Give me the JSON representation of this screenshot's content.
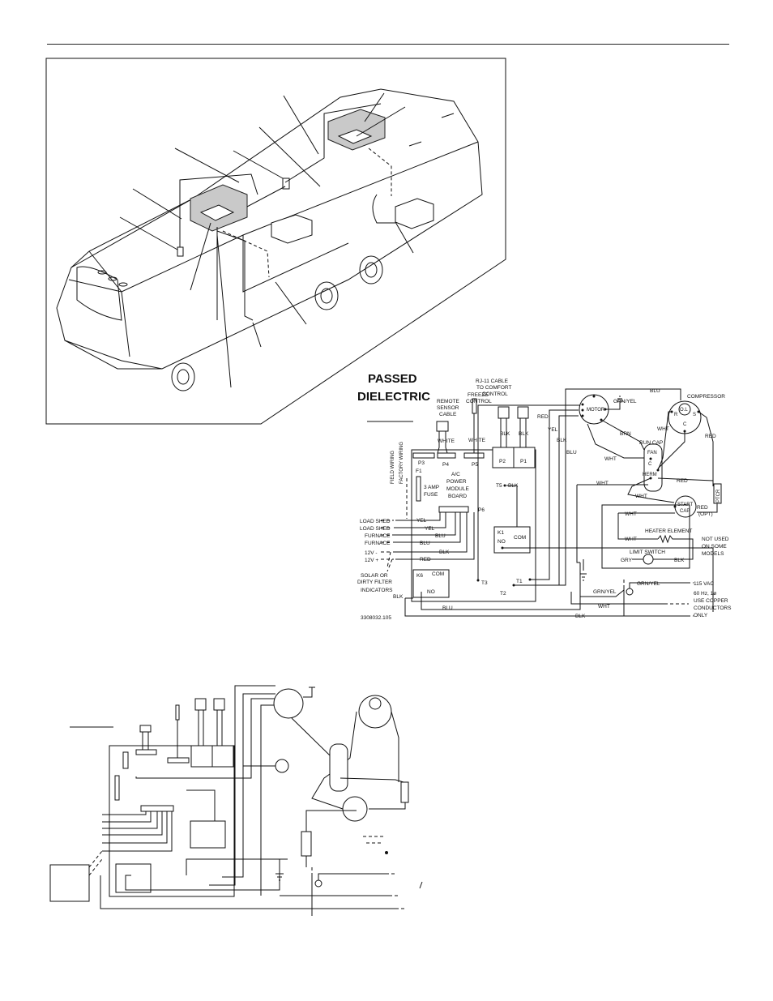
{
  "figure_top": {
    "stamp": {
      "line1": "PASSED",
      "line2": "DIELECTRIC"
    },
    "part_number": "3308032.105",
    "labels": {
      "rj11": [
        "RJ-11 CABLE",
        "TO COMFORT",
        "CONTROL"
      ],
      "remote_sensor": [
        "REMOTE",
        "SENSOR",
        "CABLE"
      ],
      "freeze_control": [
        "FREEZE",
        "CONTROL"
      ],
      "white1": "WHITE",
      "white2": "WHITE",
      "blk_rj1": "BLK",
      "blk_rj2": "BLK",
      "p3": "P3",
      "p4": "P4",
      "p5": "P5",
      "p2": "P2",
      "p1": "P1",
      "p6": "P6",
      "f1": "F1",
      "fuse": [
        "3 AMP",
        "FUSE"
      ],
      "board": [
        "A/C",
        "POWER",
        "MODULE",
        "BOARD"
      ],
      "t5": "T5",
      "blk_t5": "BLK",
      "field_wiring": "FIELD WIRING",
      "factory_wiring": "FACTORY WIRING",
      "load_shed1": "LOAD SHED",
      "load_shed2": "LOAD SHED",
      "furnace1": "FURNACE",
      "furnace2": "FURNACE",
      "v12m": "12V -",
      "v12p": "12V +",
      "yel1": "YEL",
      "yel2": "YEL",
      "blu1": "BLU",
      "blu2": "BLU",
      "blk_mid": "BLK",
      "red_mid": "RED",
      "k1": "K1",
      "no1": "NO",
      "com1": "COM",
      "k6": "K6",
      "com6": "COM",
      "no6": "NO",
      "solar": [
        "SOLAR OR",
        "DIRTY FILTER",
        "INDICATORS"
      ],
      "blk_left": "BLK",
      "blu_bottom": "BLU",
      "t3": "T3",
      "t2": "T2",
      "t1": "T1",
      "red_top": "RED",
      "yel_top": "YEL",
      "blk_top": "BLK",
      "blu_vert": "BLU",
      "blu_top": "BLU",
      "motor": "MOTOR",
      "grn_yel_top": "GRN/YEL",
      "brn": "BRN",
      "wht1": "WHT",
      "run_cap": "RUN CAP",
      "fan": "FAN",
      "c": "C",
      "herm": "HERM",
      "wht2": "WHT",
      "wht3": "WHT",
      "compressor": "COMPRESSOR",
      "ol": "O.L",
      "r": "R",
      "s": "S",
      "c2": "C",
      "wht_comp": "WHT",
      "red_comp": "RED",
      "red2": "RED",
      "ptcr": "PTCR",
      "red_opt": "RED",
      "opt": "(OPT)",
      "start_cap": [
        "START",
        "CAP"
      ],
      "wht4": "WHT",
      "heater_element": "HEATER ELEMENT",
      "wht5": "WHT",
      "limit_switch": "LIMIT SWITCH",
      "gry": "GRY",
      "blk_heat": "BLK",
      "not_used": [
        "NOT USED",
        "ON SOME",
        "MODELS"
      ],
      "grn_yel_bot": "GRN/YEL",
      "grn_yel_gnd": "GRN/YEL",
      "wht_bot": "WHT",
      "blk_bot": "BLK",
      "power": [
        "115 VAC",
        "60 Hz,   1ø",
        "USE COPPER",
        "CONDUCTORS",
        "ONLY"
      ]
    }
  }
}
